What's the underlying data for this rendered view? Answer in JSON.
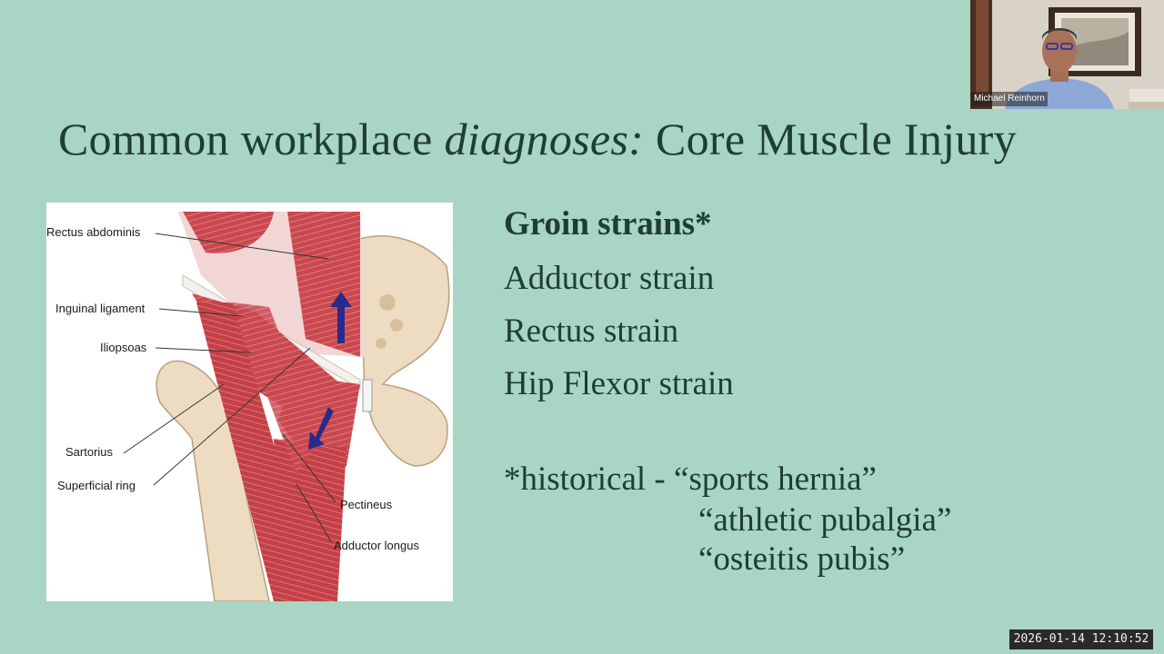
{
  "slide": {
    "title_prefix": "Common workplace ",
    "title_emph": "diagnoses:",
    "title_suffix": " Core Muscle Injury",
    "bullets": [
      "Groin strains*",
      "Adductor strain",
      "Rectus strain",
      "Hip Flexor strain"
    ],
    "historical": {
      "prefix": "*historical - ",
      "terms": [
        "“sports hernia”",
        "“athletic pubalgia”",
        "“osteitis pubis”"
      ]
    }
  },
  "figure": {
    "labels": {
      "rectus_abdominis": "Rectus abdominis",
      "inguinal_ligament": "Inguinal ligament",
      "iliopsoas": "Iliopsoas",
      "sartorius": "Sartorius",
      "superficial_ring": "Superficial ring",
      "pectineus": "Pectineus",
      "adductor_longus": "Adductor longus"
    },
    "colors": {
      "muscle": "#c84a4f",
      "bone": "#eedcc2",
      "arrow": "#2a2a8a"
    }
  },
  "video": {
    "participant_name": "Michael Reinhorn"
  },
  "overlay": {
    "timestamp": "2026-01-14 12:10:52"
  },
  "colors": {
    "background": "#a8d5c4",
    "text": "#1f3d32"
  }
}
